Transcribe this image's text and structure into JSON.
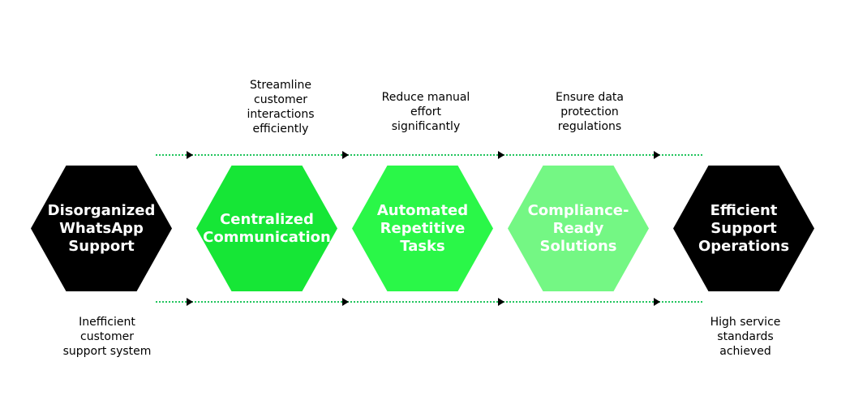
{
  "stages": [
    {
      "label": "Disorganized\nWhatsApp\nSupport",
      "color": "#000000"
    },
    {
      "label": "Centralized\nCommunication",
      "color": "#16e636"
    },
    {
      "label": "Automated\nRepetitive\nTasks",
      "color": "#2af748"
    },
    {
      "label": "Compliance-\nReady\nSolutions",
      "color": "#74f784"
    },
    {
      "label": "Efficient\nSupport\nOperations",
      "color": "#000000"
    }
  ],
  "top_captions": [
    "Streamline\ncustomer\ninteractions\nefficiently",
    "Reduce manual\neffort\nsignificantly",
    "Ensure data\nprotection\nregulations"
  ],
  "bottom_captions": [
    "Inefficient\ncustomer\nsupport system",
    "High service\nstandards\nachieved"
  ]
}
